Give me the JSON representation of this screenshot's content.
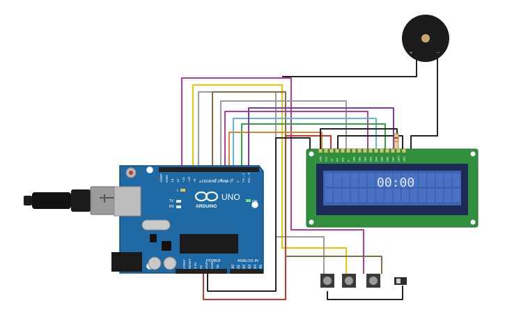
{
  "board": {
    "brand_text": "ARDUINO",
    "model_text": "UNO",
    "digital_label": "DIGITAL (PWM~)",
    "power_label": "POWER",
    "analog_label": "ANALOG IN",
    "on_label": "ON",
    "l_label": "L",
    "tx_label": "TX",
    "rx_label": "RX",
    "digital_pins": [
      "AREF",
      "GND",
      "13",
      "12",
      "~11",
      "~10",
      "~9",
      "8",
      "7",
      "~6",
      "~5",
      "4",
      "~3",
      "2",
      "TX→1",
      "RX←0"
    ],
    "power_pins": [
      "IOREF",
      "RESET",
      "3.3V",
      "5V",
      "GND",
      "GND",
      "Vin"
    ],
    "analog_pins": [
      "A0",
      "A1",
      "A2",
      "A3",
      "A4",
      "A5"
    ]
  },
  "lcd": {
    "display_text": "00:00",
    "pins": [
      "GND",
      "VCC",
      "V0",
      "RS",
      "RW",
      "E",
      "DB0",
      "DB1",
      "DB2",
      "DB3",
      "DB4",
      "DB5",
      "DB6",
      "DB7",
      "LED+",
      "LED-"
    ],
    "colors": {
      "pcb": "#2f8f3c",
      "screen_frame": "#1d2a55",
      "screen": "#3d63b3",
      "text": "#dfe9ff"
    }
  },
  "buzzer": {
    "plus_label": "+",
    "minus_label": "−"
  },
  "colors": {
    "board": "#1f6aa5",
    "wire_red": "#d1302b",
    "wire_black": "#222222"
  }
}
